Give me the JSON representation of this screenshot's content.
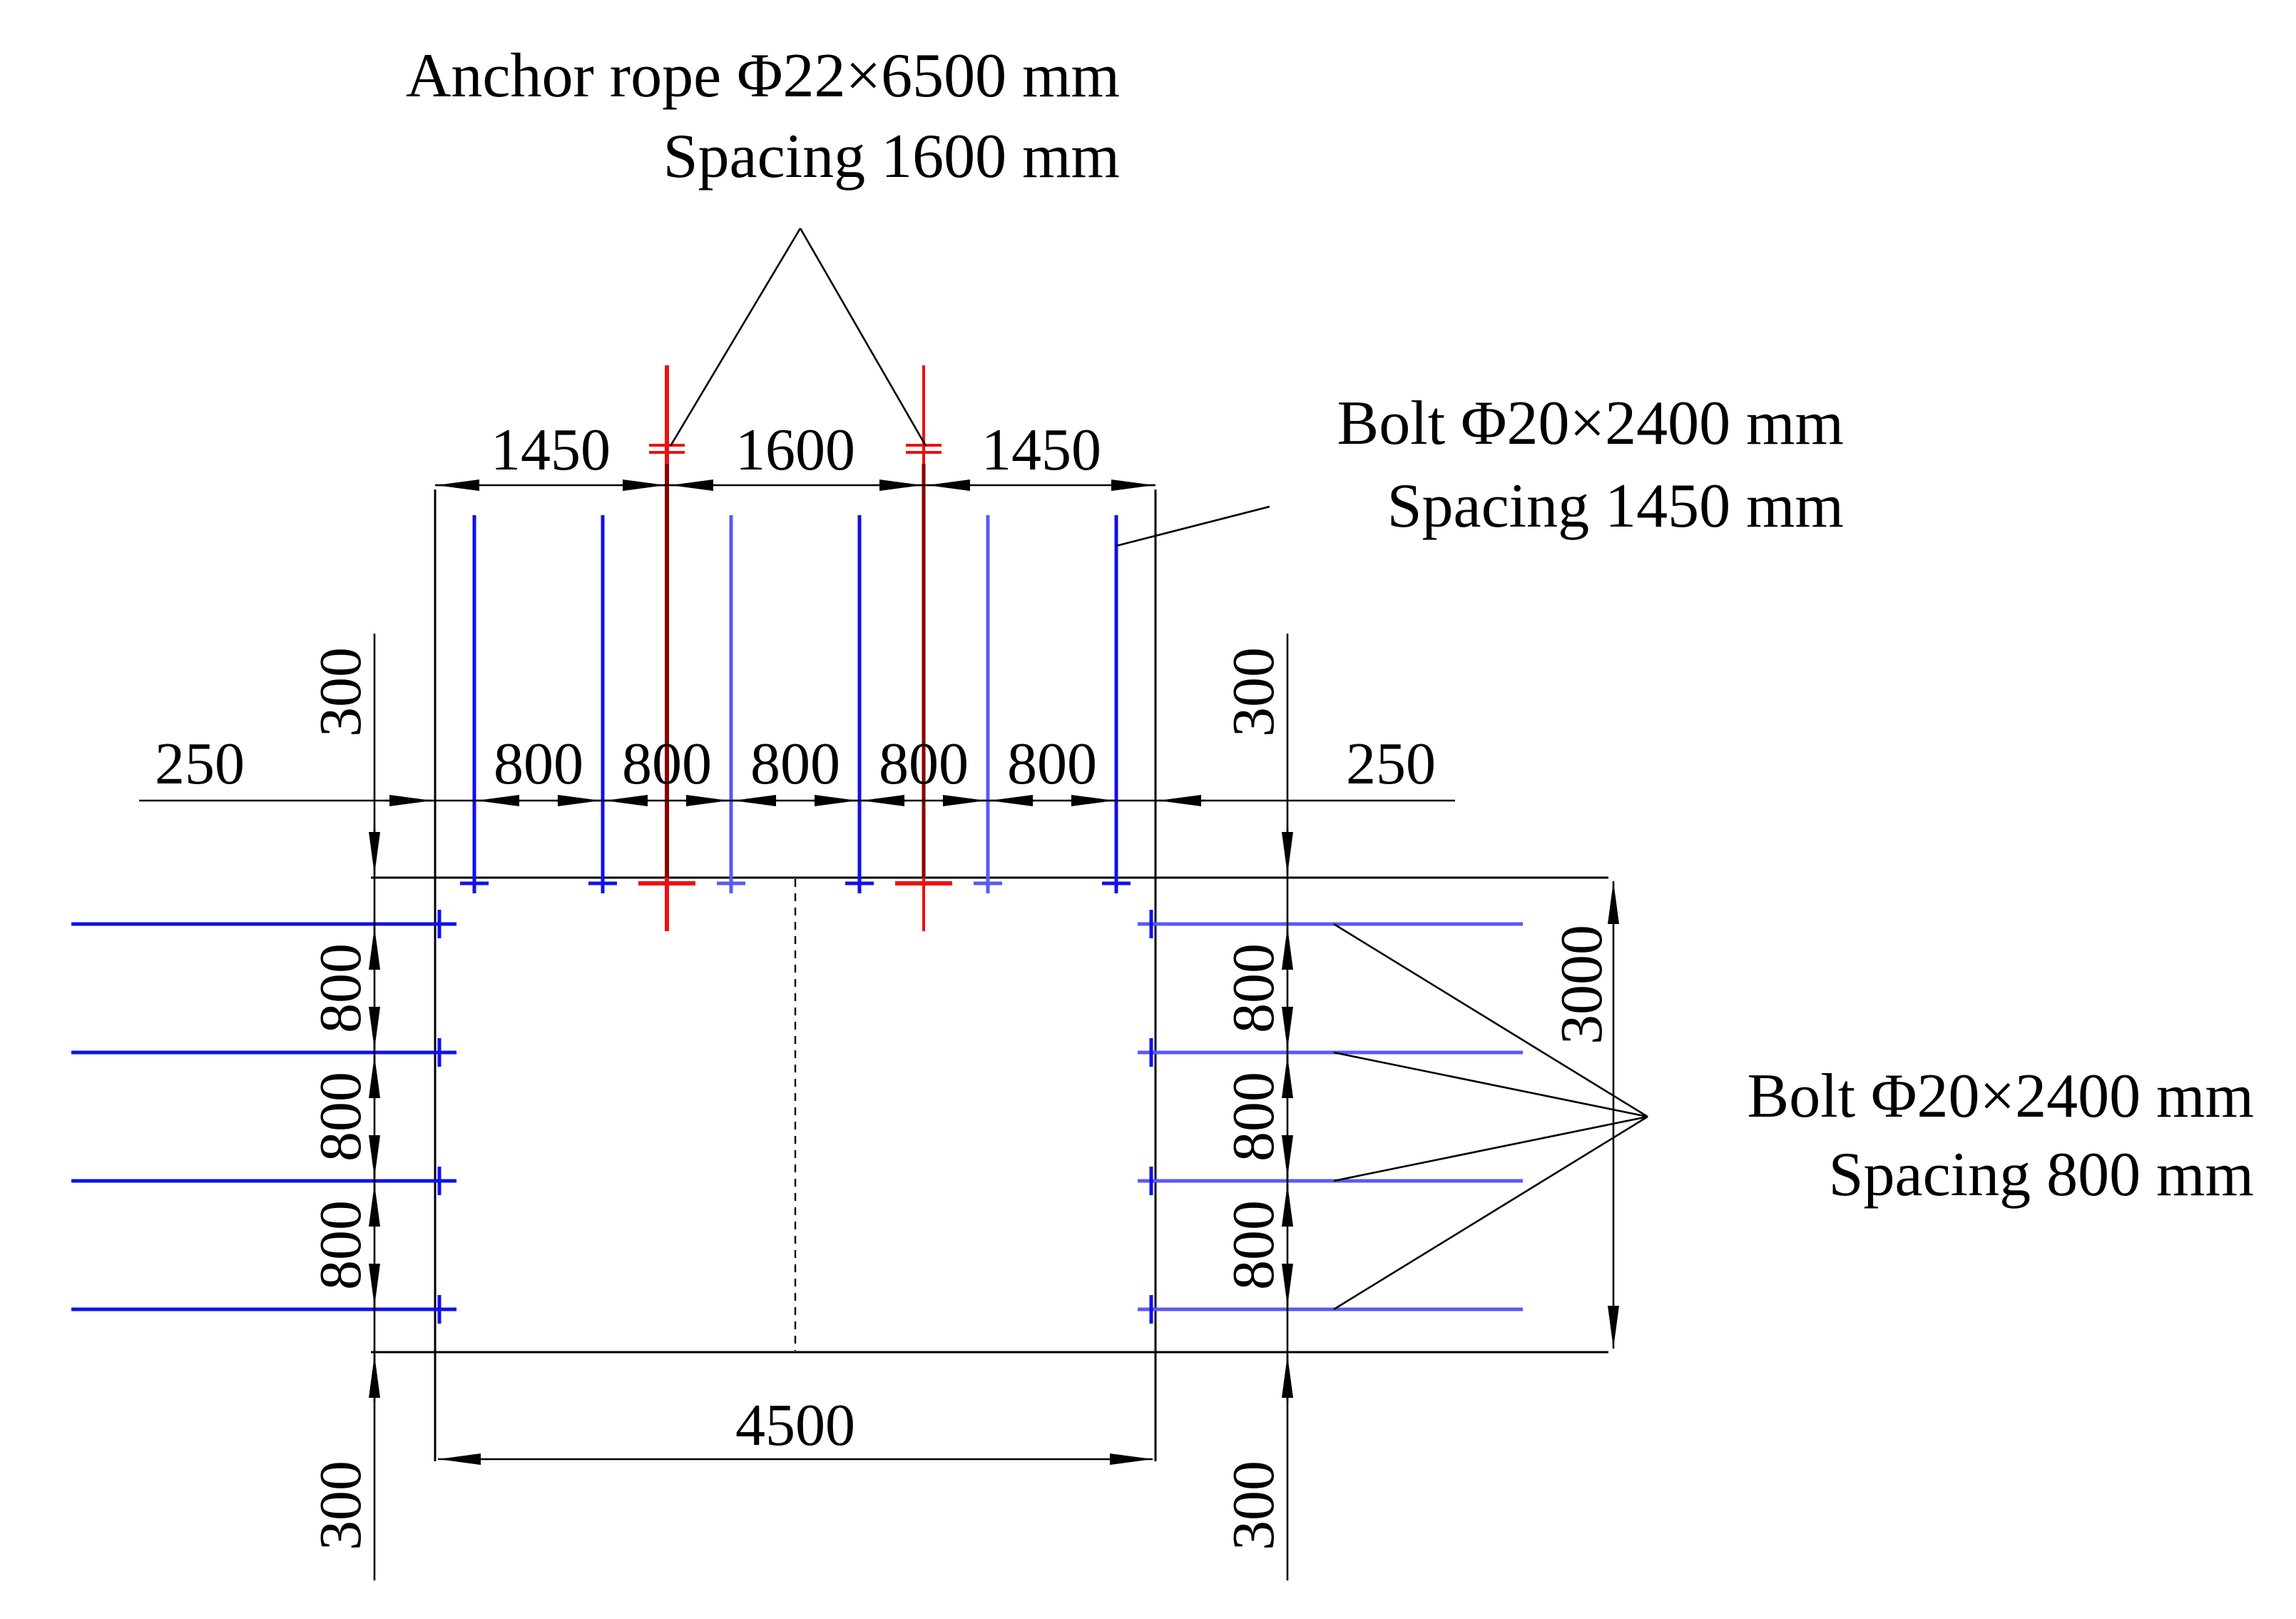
{
  "labels": {
    "anchor_rope_line1": "Anchor rope Φ22×6500 mm",
    "anchor_rope_line2": "Spacing 1600 mm",
    "roof_bolt_line1": "Bolt Φ20×2400 mm",
    "roof_bolt_line2": "Spacing 1450 mm",
    "rib_bolt_line1": "Bolt Φ20×2400 mm",
    "rib_bolt_line2": "Spacing 800 mm"
  },
  "dimensions": {
    "roof_spacing_left": "1450",
    "roof_spacing_mid": "1600",
    "roof_spacing_right": "1450",
    "top_gap_left": "300",
    "top_gap_right": "300",
    "side_gap_left": "250",
    "side_gap_right": "250",
    "bolt_gaps": [
      "800",
      "800",
      "800",
      "800",
      "800"
    ],
    "rib_left": [
      "800",
      "800",
      "800"
    ],
    "rib_right": [
      "800",
      "800",
      "800"
    ],
    "height": "3000",
    "width": "4500",
    "bottom_gap_left": "300",
    "bottom_gap_right": "300"
  },
  "colors": {
    "bolt": "#1010ee",
    "bolt_light": "#5a5af5",
    "anchor": "#ee1010",
    "anchor_dark": "#8b0000",
    "line": "#000000"
  }
}
